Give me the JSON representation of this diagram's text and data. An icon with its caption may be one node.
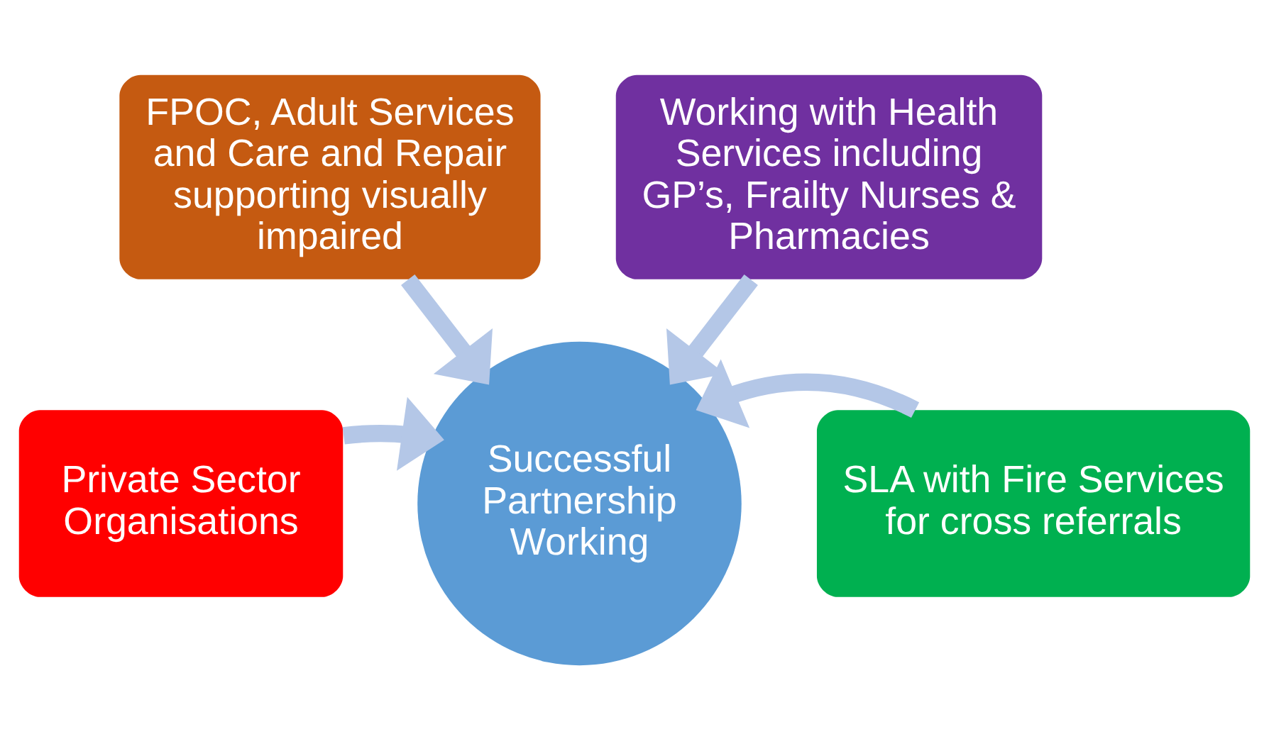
{
  "diagram": {
    "nodes": [
      {
        "text": [
          "Private Sector Organisations"
        ]
      },
      {
        "text": [
          "FPOC, Adult Services and Care and Repair supporting visually impaired"
        ]
      },
      {
        "text": [
          "Working with Health Services including GP’s, Frailty Nurses & Pharmacies"
        ]
      },
      {
        "text": [
          "SLA with Fire Services for cross referrals"
        ]
      },
      {
        "text": [
          "Successful Partnership Working"
        ]
      }
    ],
    "edges": [
      {
        "from": 0,
        "to": 4,
        "arrow": "to"
      },
      {
        "from": 1,
        "to": 4,
        "arrow": "to"
      },
      {
        "from": 2,
        "to": 4,
        "arrow": "to"
      },
      {
        "from": 3,
        "to": 4,
        "arrow": "to"
      }
    ]
  }
}
